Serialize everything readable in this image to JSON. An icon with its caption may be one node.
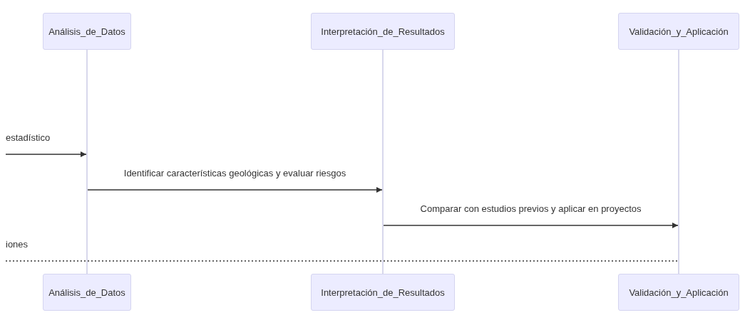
{
  "diagram": {
    "nodes": [
      {
        "text": [
          "Análisis_de_Datos"
        ]
      },
      {
        "text": [
          "Interpretación_de_Resultados"
        ]
      },
      {
        "text": [
          "Validación_y_Aplicación"
        ]
      },
      {
        "text": [],
        "shape": "bar"
      },
      {
        "text": [],
        "shape": "bar"
      },
      {
        "text": [],
        "shape": "bar"
      },
      {
        "text": [
          "Análisis_de_Datos"
        ]
      },
      {
        "text": [
          "Interpretación_de_Resultados"
        ]
      },
      {
        "text": [
          "Validación_y_Aplicación"
        ]
      }
    ],
    "edges": [
      {
        "from": null,
        "to": 3,
        "arrow": "to",
        "label": "estadístico"
      },
      {
        "from": 3,
        "to": 4,
        "arrow": "to",
        "label": "Identificar características geológicas y evaluar riesgos"
      },
      {
        "from": 4,
        "to": 5,
        "arrow": "to",
        "label": "Comparar con estudios previos y aplicar en proyectos"
      },
      {
        "from": null,
        "to": 5,
        "arrow": "none",
        "label": "iones",
        "style": "dashed"
      }
    ]
  }
}
